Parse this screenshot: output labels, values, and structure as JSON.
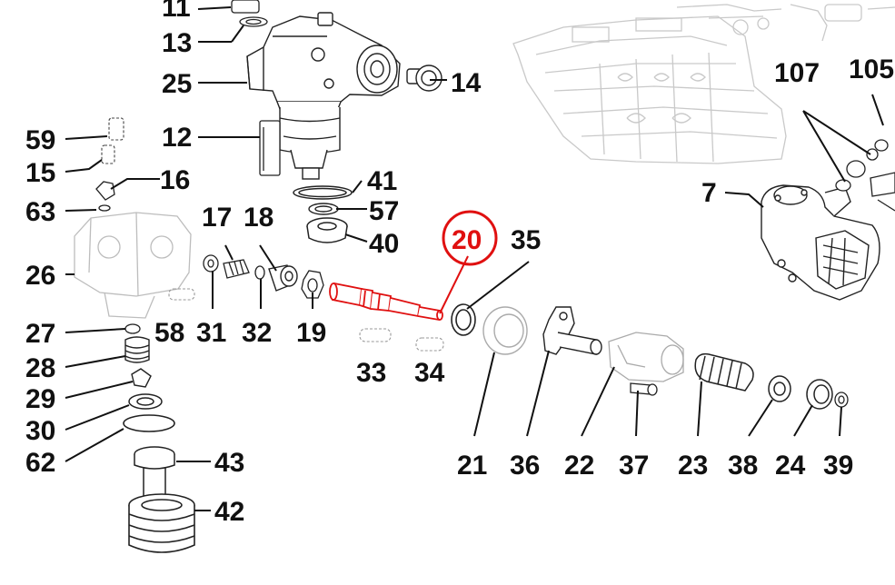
{
  "diagram": {
    "highlight_color": "#e01010",
    "ink_color": "#111111",
    "ghost_color": "#c8c8c8",
    "parts": [
      {
        "id": "p11",
        "label": "11"
      },
      {
        "id": "p13",
        "label": "13"
      },
      {
        "id": "p25",
        "label": "25"
      },
      {
        "id": "p14",
        "label": "14"
      },
      {
        "id": "p59",
        "label": "59"
      },
      {
        "id": "p12",
        "label": "12"
      },
      {
        "id": "p15",
        "label": "15"
      },
      {
        "id": "p16",
        "label": "16"
      },
      {
        "id": "p63",
        "label": "63"
      },
      {
        "id": "p41",
        "label": "41"
      },
      {
        "id": "p57",
        "label": "57"
      },
      {
        "id": "p40",
        "label": "40"
      },
      {
        "id": "p17",
        "label": "17"
      },
      {
        "id": "p18",
        "label": "18"
      },
      {
        "id": "p26",
        "label": "26"
      },
      {
        "id": "p58",
        "label": "58"
      },
      {
        "id": "p31",
        "label": "31"
      },
      {
        "id": "p32",
        "label": "32"
      },
      {
        "id": "p19",
        "label": "19"
      },
      {
        "id": "p20",
        "label": "20",
        "highlighted": true
      },
      {
        "id": "p35",
        "label": "35"
      },
      {
        "id": "p27",
        "label": "27"
      },
      {
        "id": "p28",
        "label": "28"
      },
      {
        "id": "p29",
        "label": "29"
      },
      {
        "id": "p30",
        "label": "30"
      },
      {
        "id": "p62",
        "label": "62"
      },
      {
        "id": "p43",
        "label": "43"
      },
      {
        "id": "p42",
        "label": "42"
      },
      {
        "id": "p33",
        "label": "33"
      },
      {
        "id": "p34",
        "label": "34"
      },
      {
        "id": "p21",
        "label": "21"
      },
      {
        "id": "p36",
        "label": "36"
      },
      {
        "id": "p22",
        "label": "22"
      },
      {
        "id": "p37",
        "label": "37"
      },
      {
        "id": "p23",
        "label": "23"
      },
      {
        "id": "p38",
        "label": "38"
      },
      {
        "id": "p24",
        "label": "24"
      },
      {
        "id": "p39",
        "label": "39"
      },
      {
        "id": "p107",
        "label": "107"
      },
      {
        "id": "p105",
        "label": "105"
      },
      {
        "id": "p7",
        "label": "7"
      }
    ]
  }
}
